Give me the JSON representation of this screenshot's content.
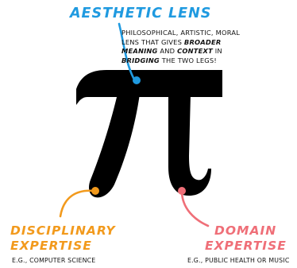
{
  "colors": {
    "aesthetic": "#1f9ae0",
    "disciplinary": "#f29a1d",
    "domain": "#ef6f78",
    "pi": "#000000",
    "text": "#111111"
  },
  "symbol": {
    "glyph": "π",
    "icon": "pi-icon"
  },
  "aesthetic": {
    "title": "AESTHETIC LENS",
    "line1": "PHILOSOPHICAL, ARTISTIC, MORAL",
    "line2_a": "LENS THAT GIVES ",
    "line2_b": "BROADER",
    "line3_a": "MEANING",
    "line3_b": " AND ",
    "line3_c": "CONTEXT",
    "line3_d": " IN",
    "line4_a": "BRIDGING",
    "line4_b": " THE TWO LEGS!"
  },
  "disciplinary": {
    "title_line1": "DISCIPLINARY",
    "title_line2": "EXPERTISE",
    "subtitle": "E.G., COMPUTER SCIENCE"
  },
  "domain": {
    "title_line1": "DOMAIN",
    "title_line2": "EXPERTISE",
    "subtitle": "E.G., PUBLIC HEALTH OR MUSIC"
  }
}
